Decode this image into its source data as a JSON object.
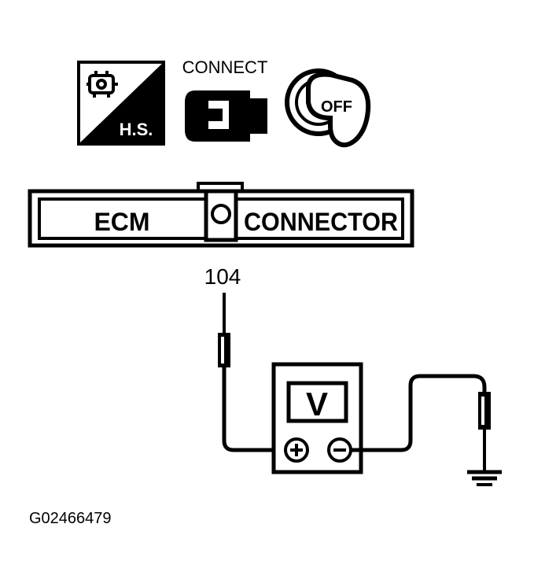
{
  "icons": {
    "hot_shutdown_label": "H.S.",
    "connect_label": "CONNECT",
    "ignition_off_label": "OFF"
  },
  "ecm_connector": {
    "left_label": "ECM",
    "right_label": "CONNECTOR"
  },
  "terminal_number": "104",
  "voltmeter": {
    "display_label": "V",
    "positive_terminal": "plus-terminal",
    "negative_terminal": "minus-terminal"
  },
  "figure_id": "G02466479",
  "colors": {
    "ink": "#000000",
    "paper": "#ffffff"
  }
}
